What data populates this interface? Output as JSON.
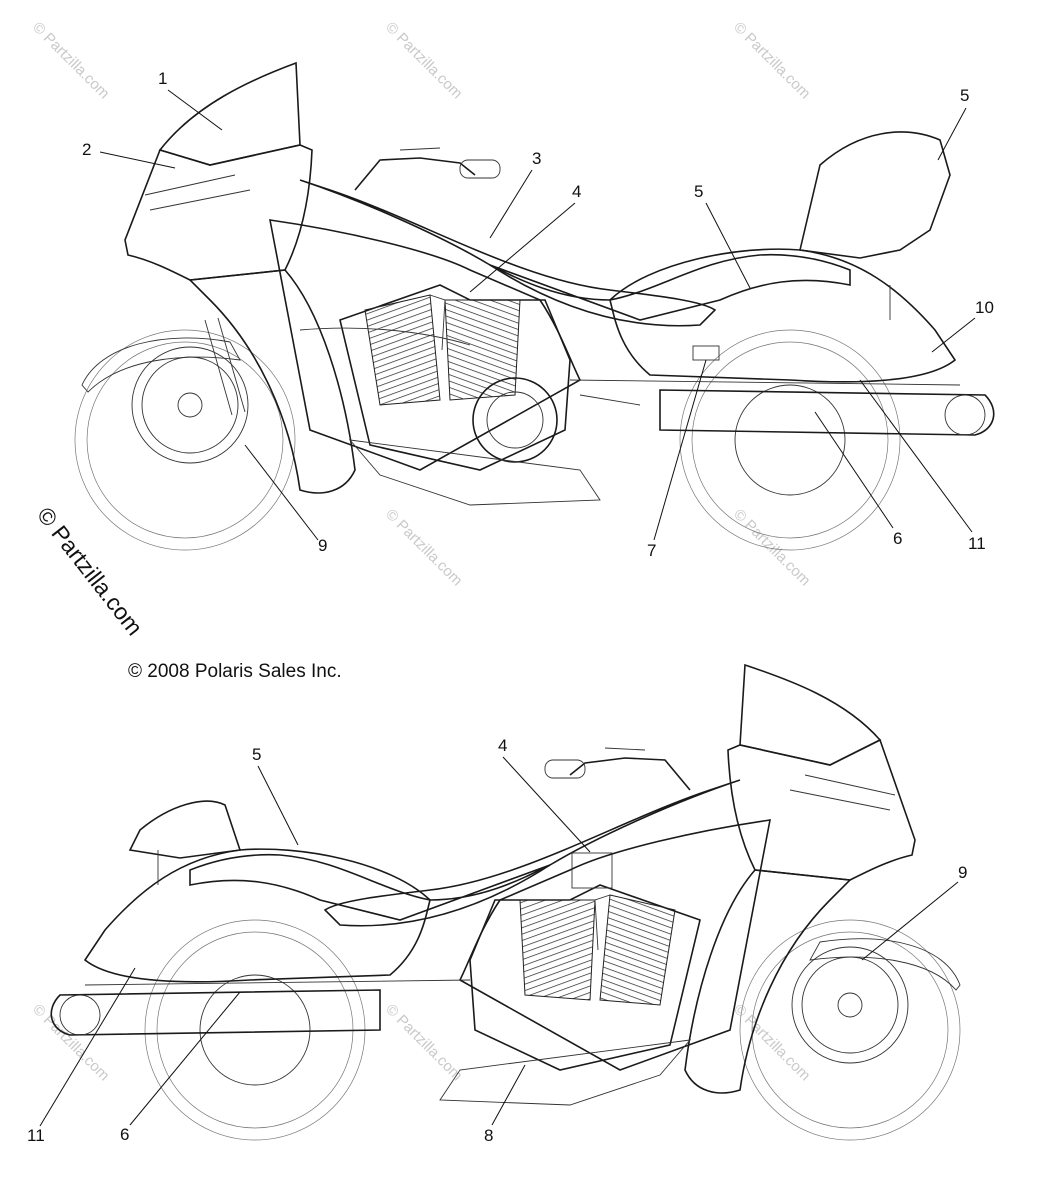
{
  "watermark": {
    "text": "© Partzilla.com"
  },
  "side_watermark": {
    "text": "© Partzilla.com"
  },
  "copyright": {
    "text": "© 2008 Polaris Sales Inc."
  },
  "callouts": {
    "top": [
      "1",
      "2",
      "3",
      "4",
      "5",
      "5",
      "10",
      "9",
      "7",
      "6",
      "11"
    ],
    "bottom": [
      "5",
      "4",
      "9",
      "11",
      "6",
      "8"
    ]
  },
  "colors": {
    "line": "#1a1a1a",
    "watermark": "#c9c9c9",
    "background": "#ffffff"
  }
}
